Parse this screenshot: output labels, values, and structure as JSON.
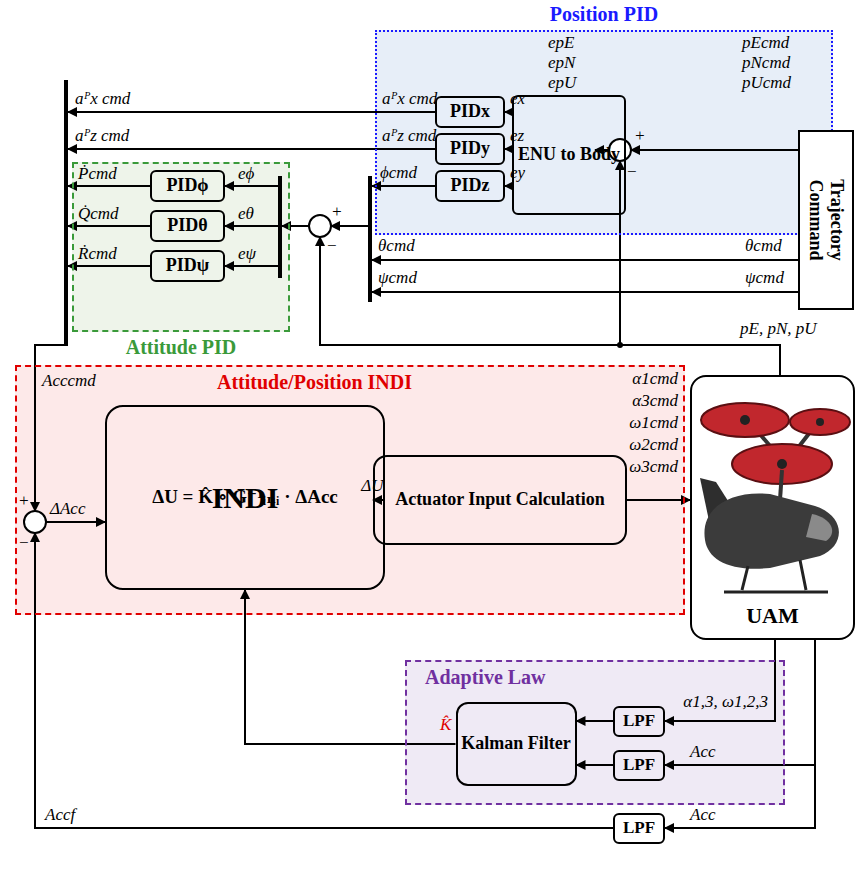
{
  "diagram": {
    "nodes": [
      {
        "text": [
          "Position PID"
        ]
      },
      {
        "text": [
          "PIDx"
        ],
        "in": 0
      },
      {
        "text": [
          "PIDy"
        ],
        "in": 0
      },
      {
        "text": [
          "PIDz"
        ],
        "in": 0
      },
      {
        "text": [
          "ENU to Body"
        ],
        "in": 0
      },
      {
        "text": [
          "Trajectory Command"
        ]
      },
      {
        "text": [
          "Attitude PID"
        ]
      },
      {
        "text": [
          "PIDϕ"
        ],
        "in": 6
      },
      {
        "text": [
          "PIDθ"
        ],
        "in": 6
      },
      {
        "text": [
          "PIDψ"
        ],
        "in": 6
      },
      {
        "text": [
          "Attitude/Position INDI"
        ]
      },
      {
        "text": [
          "INDI",
          "ΔU = K̂ ∘ G⁻¹ᵢₙᵢ · ΔAcc"
        ],
        "in": 10
      },
      {
        "text": [
          "Actuator Input Calculation"
        ],
        "in": 10
      },
      {
        "text": [
          "UAM"
        ]
      },
      {
        "text": [
          "Adaptive Law"
        ]
      },
      {
        "text": [
          "Kalman Filter"
        ],
        "in": 14
      },
      {
        "text": [
          "LPF"
        ],
        "in": 14
      },
      {
        "text": [
          "LPF"
        ],
        "in": 14
      },
      {
        "text": [
          "LPF"
        ]
      }
    ],
    "edges": [
      {
        "from": 4,
        "to": 1,
        "arrow": "to"
      },
      {
        "from": 4,
        "to": 2,
        "arrow": "to"
      },
      {
        "from": 4,
        "to": 3,
        "arrow": "to"
      },
      {
        "from": 11,
        "to": 12,
        "label": "ΔU⃗",
        "arrow": "to"
      },
      {
        "from": 12,
        "to": 13,
        "arrow": "to"
      },
      {
        "from": 13,
        "to": 16,
        "arrow": "to"
      },
      {
        "from": 13,
        "to": 17,
        "arrow": "to"
      },
      {
        "from": 13,
        "to": 18,
        "arrow": "to"
      },
      {
        "from": 16,
        "to": 15,
        "arrow": "to"
      },
      {
        "from": 17,
        "to": 15,
        "arrow": "to"
      },
      {
        "from": 15,
        "to": 11,
        "arrow": "to"
      }
    ],
    "labels": [
      "aᴾx cmd",
      "aᴾz cmd",
      "Ṗcmd",
      "Q̇cmd",
      "Ṙcmd",
      "eϕ",
      "eθ",
      "eψ",
      "+",
      "−",
      "aᴾx cmd",
      "aᴾz cmd",
      "ϕcmd",
      "ex",
      "ez",
      "ey",
      "epE",
      "epN",
      "epU",
      "+",
      "−",
      "pEcmd",
      "pNcmd",
      "pUcmd",
      "θcmd",
      "ψcmd",
      "θcmd",
      "ψcmd",
      "pE, pN, pU",
      "Acccmd",
      "+",
      "ΔAcc",
      "−",
      "α1cmd",
      "α3cmd",
      "ω1cmd",
      "ω2cmd",
      "ω3cmd",
      "α1,3, ω1,2,3",
      "K̂",
      "Acc",
      "Acc",
      "Accf"
    ]
  }
}
